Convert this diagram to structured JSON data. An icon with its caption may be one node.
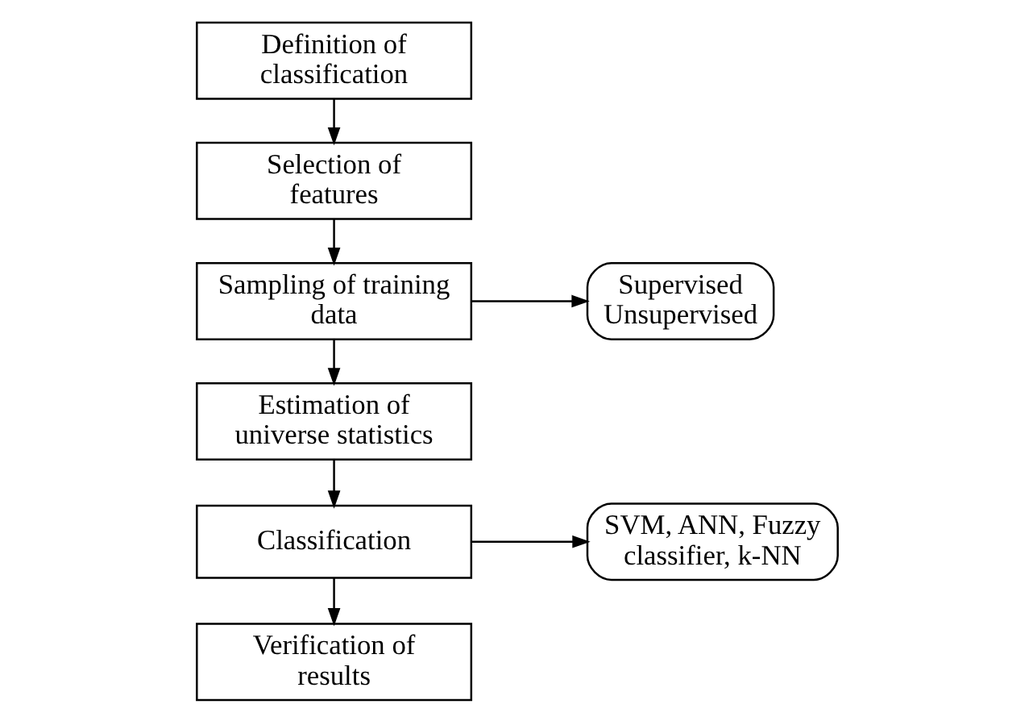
{
  "diagram": {
    "nodes": [
      {
        "text": [
          "Definition of classification"
        ]
      },
      {
        "text": [
          "Selection of features"
        ]
      },
      {
        "text": [
          "Sampling of training data"
        ]
      },
      {
        "text": [
          "Estimation of universe statistics"
        ]
      },
      {
        "text": [
          "Classification"
        ]
      },
      {
        "text": [
          "Verification of results"
        ]
      },
      {
        "text": [
          "Supervised Unsupervised"
        ]
      },
      {
        "text": [
          "SVM, ANN, Fuzzy classifier, k-NN"
        ]
      }
    ],
    "edges": [
      {
        "from": 0,
        "to": 1,
        "arrow": "to"
      },
      {
        "from": 1,
        "to": 2,
        "arrow": "to"
      },
      {
        "from": 2,
        "to": 3,
        "arrow": "to"
      },
      {
        "from": 3,
        "to": 4,
        "arrow": "to"
      },
      {
        "from": 4,
        "to": 5,
        "arrow": "to"
      },
      {
        "from": 2,
        "to": 6,
        "arrow": "to"
      },
      {
        "from": 4,
        "to": 7,
        "arrow": "to"
      }
    ]
  }
}
